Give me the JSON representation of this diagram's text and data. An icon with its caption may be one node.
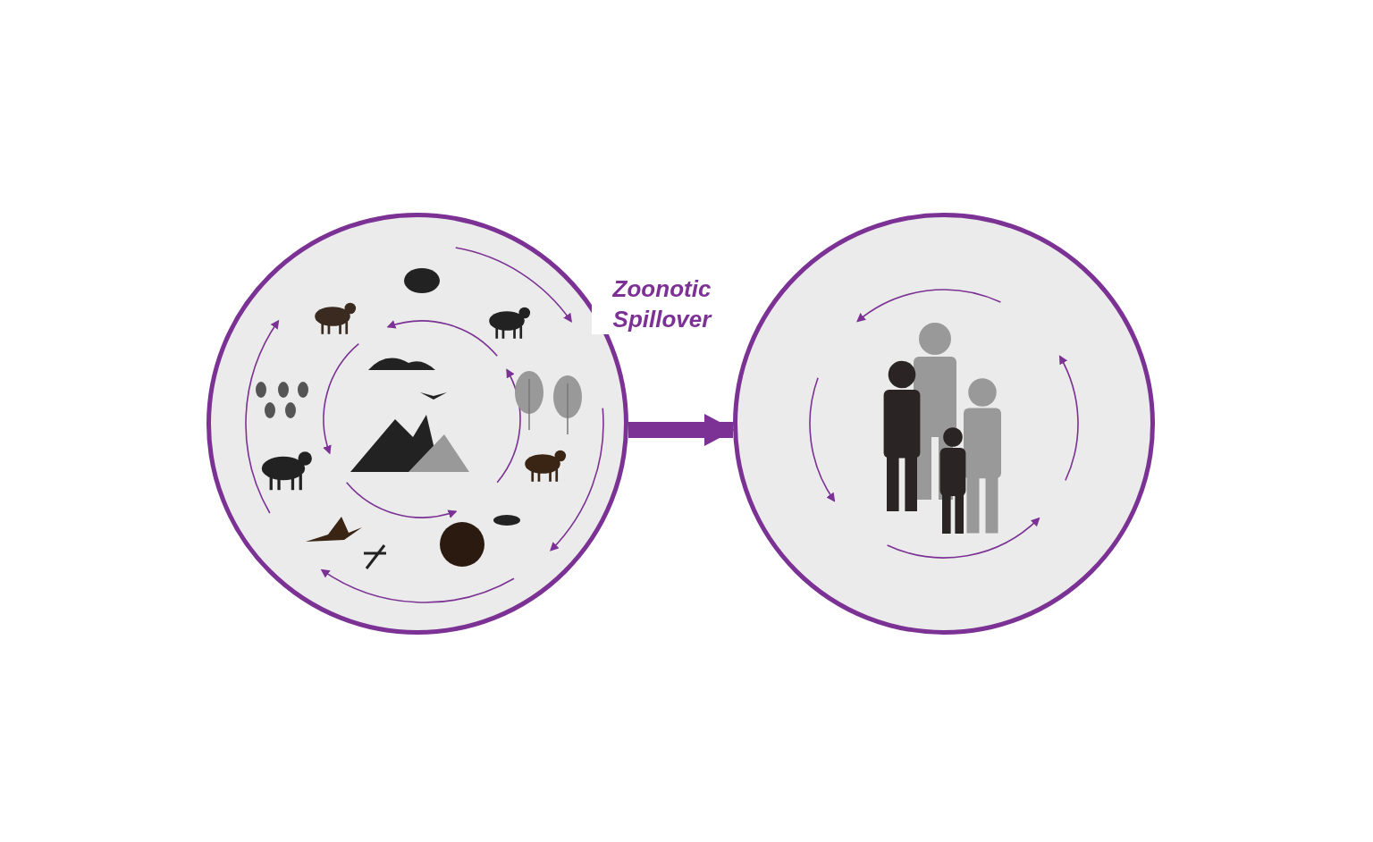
{
  "diagram": {
    "nodes": [
      {
        "text": [],
        "shape": "circle"
      },
      {
        "text": [],
        "shape": "circle"
      }
    ],
    "edges": [
      {
        "from": 0,
        "to": 1,
        "arrow": "to",
        "label": "Zoonotic Spillover"
      }
    ]
  }
}
